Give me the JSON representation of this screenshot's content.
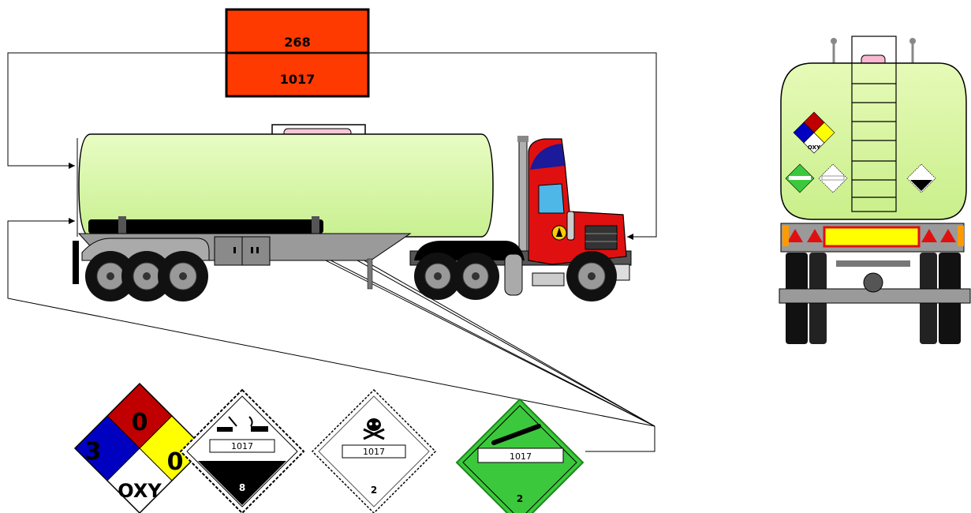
{
  "orange_plate": {
    "hazard_number": "268",
    "un_number": "1017",
    "color": "#ff3a00"
  },
  "nfpa_diamond": {
    "health": "3",
    "flammability": "0",
    "reactivity": "0",
    "special": "OXY",
    "colors": {
      "health": "#0000c0",
      "flammability": "#c00000",
      "reactivity": "#ffff00",
      "special": "#ffffff"
    }
  },
  "placards": [
    {
      "name": "corrosive",
      "un_number": "1017",
      "class": "8",
      "icon": "corrosive-icon"
    },
    {
      "name": "toxic-gas",
      "un_number": "1017",
      "class": "2",
      "icon": "skull-crossbones-icon"
    },
    {
      "name": "non-flammable-gas",
      "un_number": "1017",
      "class": "2",
      "icon": "gas-cylinder-icon",
      "color": "#3cc83c"
    }
  ],
  "colors": {
    "tank": "#d6f7a8",
    "cab": "#e01010",
    "line": "#000000"
  }
}
